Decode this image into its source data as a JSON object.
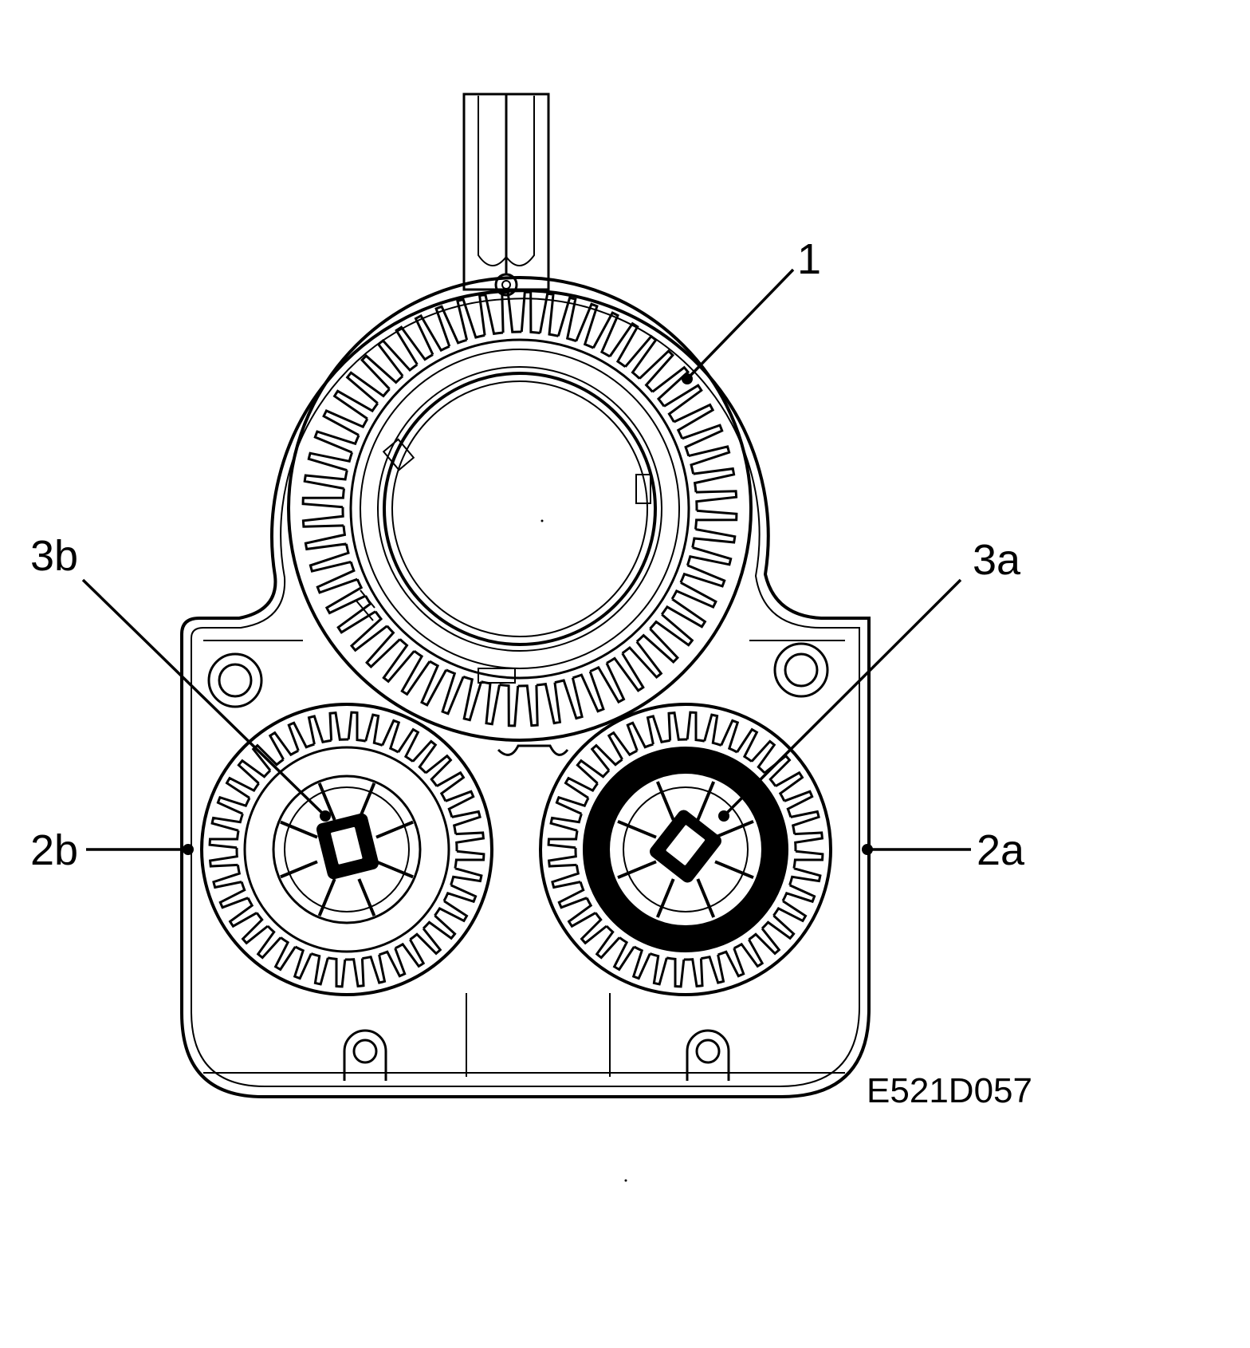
{
  "diagram": {
    "labels": {
      "ring_gear": "1",
      "insert_left": "3b",
      "insert_right": "3a",
      "gear_left": "2b",
      "gear_right": "2a"
    },
    "drawing_number": "E521D057",
    "colors": {
      "line": "#000000",
      "background": "#ffffff"
    }
  }
}
